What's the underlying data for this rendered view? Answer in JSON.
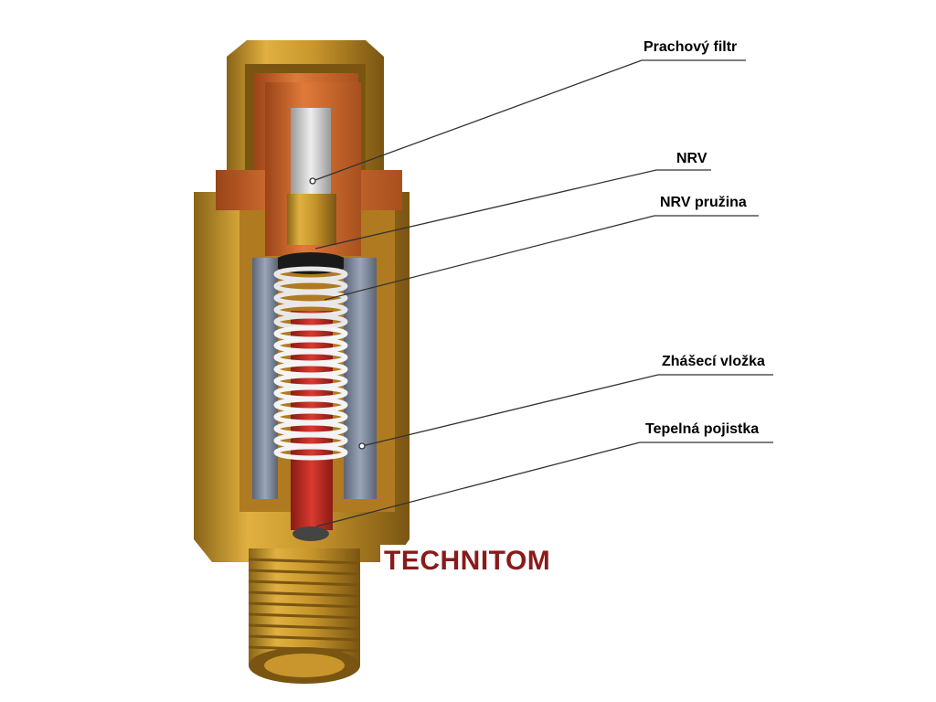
{
  "labels": {
    "dust_filter": "Prachový filtr",
    "nrv": "NRV",
    "nrv_spring": "NRV pružina",
    "flame_insert": "Zhášecí vložka",
    "thermal_fuse": "Tepelná pojistka"
  },
  "logo": {
    "text": "TECHNITOM",
    "color": "#8b1a1a"
  },
  "colors": {
    "brass": "#c8962c",
    "brass_dark": "#8a6418",
    "copper": "#c8612a",
    "steel": "#7a8799",
    "spring_white": "#f4f4f4",
    "spring_red": "#c8302a"
  }
}
